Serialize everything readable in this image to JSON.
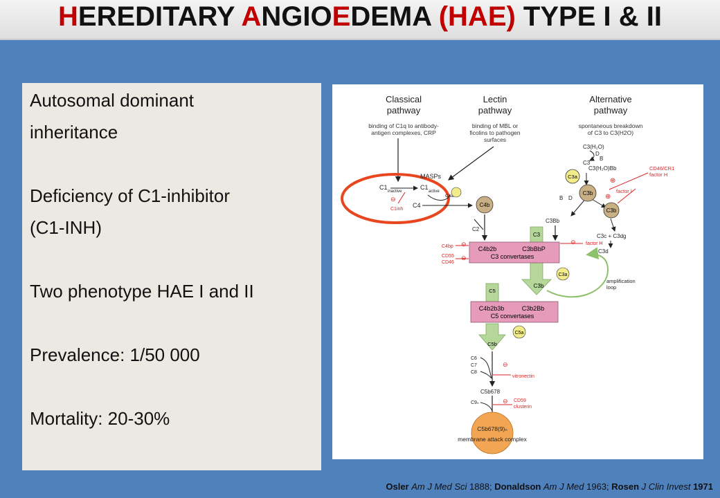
{
  "title": {
    "p1": "H",
    "p2": "EREDITARY ",
    "p3": "A",
    "p4": "NGIO",
    "p5": "E",
    "p6": "DEMA ",
    "p7": "(HAE)",
    "p8": " TYPE I & II"
  },
  "left_panel": {
    "lines": [
      "Autosomal dominant",
      "inheritance",
      "Deficiency of C1-inhibitor",
      "(C1-INH)",
      "Two phenotype HAE I and II",
      "Prevalence: 1/50 000",
      "Mortality: 20-30%"
    ]
  },
  "diagram": {
    "classical_title": [
      "Classical",
      "pathway"
    ],
    "lectin_title": [
      "Lectin",
      "pathway"
    ],
    "alternative_title": [
      "Alternative",
      "pathway"
    ],
    "classical_desc": [
      "binding of C1q to antibody-",
      "antigen complexes, CRP"
    ],
    "lectin_desc": [
      "binding of MBL or",
      "ficolins to pathogen",
      "surfaces"
    ],
    "alternative_desc": [
      "spontaneous breakdown",
      "of C3 to C3(H2O)"
    ],
    "c3h2o": "C3(H₂O)",
    "d1": "D",
    "b1": "B",
    "c3": "C3",
    "c3h2obb": "C3(H₂O)Bb",
    "cd46cr1": [
      "CD46/CR1",
      "factor H"
    ],
    "factor_i": "factor I",
    "c3a_top": "C3a",
    "c3b_mid": "C3b",
    "c3b_right": "C3b",
    "b2": "B",
    "d2": "D",
    "c3c": "C3c + C3dg",
    "c3d": "C3d",
    "c3bb": "C3Bb",
    "masps": "MASPs",
    "c1_left": "C1",
    "c1_inactive": "inactive",
    "c1_right": "C1",
    "c1_active": "active",
    "c4": "C4",
    "c4a": "C4a",
    "c1inh": "C1inh",
    "c4b": "C4b",
    "c2": "C2",
    "c3_arrow": "C3",
    "c4b2b": "C4b2b",
    "c3bbbp": "C3bBbP",
    "c3_convertases": "C3 convertases",
    "c4bp": "C4bp",
    "cd55": "CD55",
    "cd46": "CD46",
    "factor_h": "factor H",
    "c3a_mid": "C3a",
    "amplification": [
      "amplification",
      "loop"
    ],
    "c3b_arrow": "C3b",
    "c5_arrow": "C5",
    "c4b2b3b": "C4b2b3b",
    "c3b2bb": "C3b2Bb",
    "c5_convertases": "C5 convertases",
    "c5a": "C5a",
    "c5b": "C5b",
    "c6": "C6",
    "c7": "C7",
    "c8": "C8",
    "vitronectin": "vitronectin",
    "c5b678": "C5b678",
    "c9n": "C9ₙ",
    "cd59": "CD59",
    "clusterin": "clusterin",
    "mac": "C5b678(9)ₙ",
    "mac_label": "membrane attack complex",
    "minus": "⊖",
    "plus": "⊕"
  },
  "citation": {
    "a1": "Osler",
    "a2": "Am J Med Sci",
    "a3": " 1888; ",
    "b1": "Donaldson",
    "b2": "Am J Med",
    "b3": " 1963; ",
    "c1": "Rosen",
    "c2": "J Clin Invest",
    "c3": "1971"
  },
  "colors": {
    "title_red": "#c00000",
    "background": "#4f81bd",
    "panel": "#ebe9e2",
    "convertase_pink": "#e59bb9",
    "arrow_green": "#b5d89a",
    "anaphylatoxin_yellow": "#f3ec8a",
    "c3b_tan": "#c8b084",
    "mac_orange": "#f2a552",
    "inhibitor_red": "#e02020",
    "highlight_circle": "#e8461e"
  }
}
